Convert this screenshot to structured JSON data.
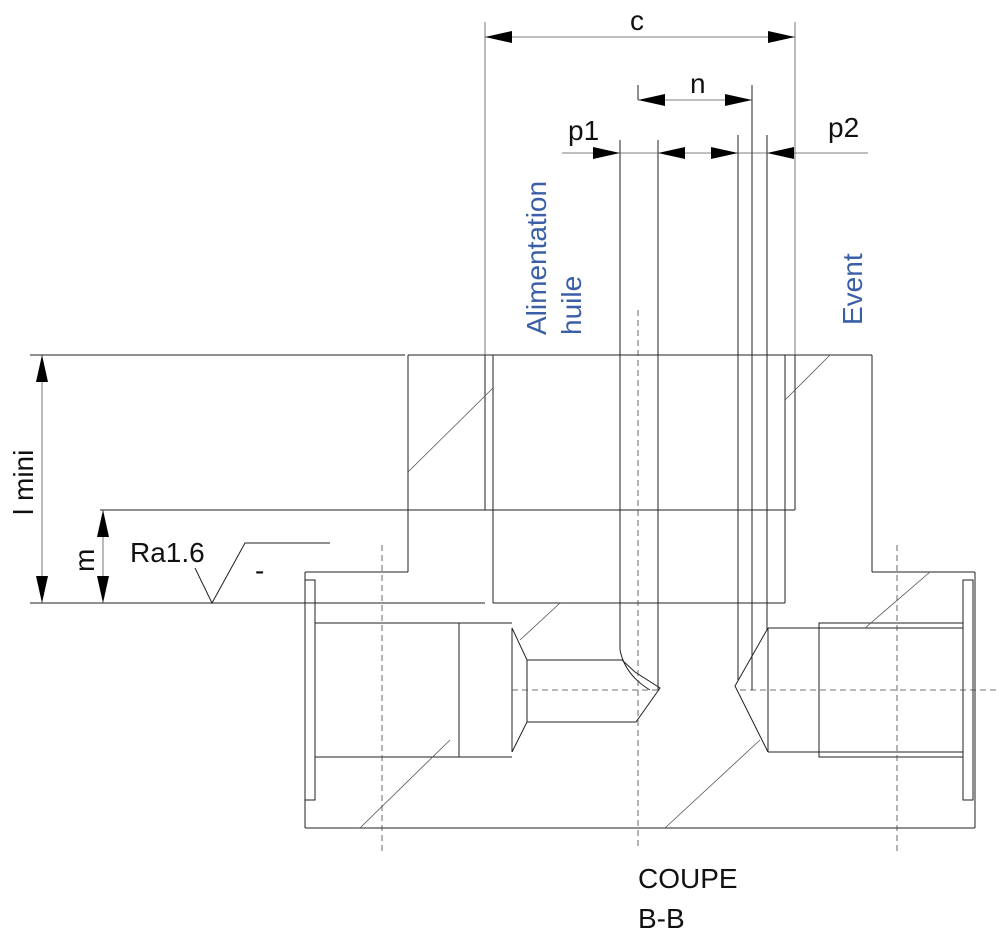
{
  "dimensions": {
    "c": "c",
    "n": "n",
    "p1": "p1",
    "p2": "p2",
    "l_mini": "l mini",
    "m": "m"
  },
  "roughness": {
    "value": "Ra1.6",
    "tail": "-"
  },
  "annotations": {
    "oil_supply_line1": "Alimentation",
    "oil_supply_line2": "huile",
    "vent": "Event"
  },
  "section": {
    "line1": "COUPE",
    "line2": "B-B"
  },
  "colors": {
    "lines": "#222222",
    "annotation_blue": "#3a5fa6",
    "text": "#111111"
  }
}
